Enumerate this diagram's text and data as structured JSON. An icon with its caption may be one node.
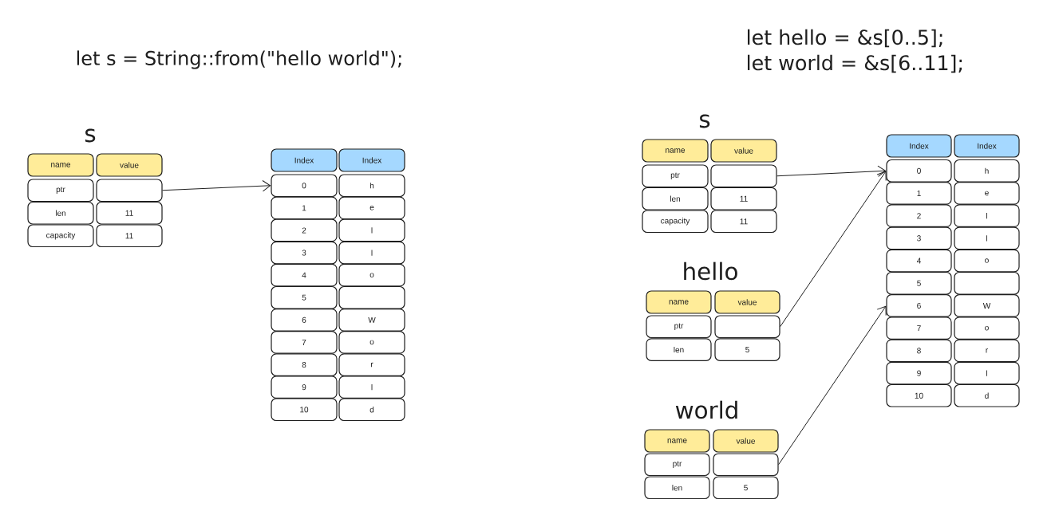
{
  "diagram": {
    "nodes": [
      {
        "text": [
          "name"
        ]
      },
      {
        "text": [
          "value"
        ]
      },
      {
        "text": [
          "ptr"
        ]
      },
      {
        "text": [],
        "shape": "box"
      },
      {
        "text": [
          "len"
        ]
      },
      {
        "text": [
          "11"
        ]
      },
      {
        "text": [
          "capacity"
        ]
      },
      {
        "text": [
          "11"
        ]
      },
      {
        "text": [
          "Index"
        ]
      },
      {
        "text": [
          "Index"
        ]
      },
      {
        "text": [
          "0"
        ]
      },
      {
        "text": [
          "h"
        ]
      },
      {
        "text": [
          "1"
        ]
      },
      {
        "text": [
          "e"
        ]
      },
      {
        "text": [
          "2"
        ]
      },
      {
        "text": [
          "l"
        ]
      },
      {
        "text": [
          "3"
        ]
      },
      {
        "text": [
          "l"
        ]
      },
      {
        "text": [
          "4"
        ]
      },
      {
        "text": [
          "o"
        ]
      },
      {
        "text": [
          "5"
        ]
      },
      {
        "text": [],
        "shape": "box"
      },
      {
        "text": [
          "6"
        ]
      },
      {
        "text": [
          "W"
        ]
      },
      {
        "text": [
          "7"
        ]
      },
      {
        "text": [
          "o"
        ]
      },
      {
        "text": [
          "8"
        ]
      },
      {
        "text": [
          "r"
        ]
      },
      {
        "text": [
          "9"
        ]
      },
      {
        "text": [
          "l"
        ]
      },
      {
        "text": [
          "10"
        ]
      },
      {
        "text": [
          "d"
        ]
      },
      {
        "text": [
          "name"
        ]
      },
      {
        "text": [
          "value"
        ]
      },
      {
        "text": [
          "ptr"
        ]
      },
      {
        "text": [],
        "shape": "box"
      },
      {
        "text": [
          "len"
        ]
      },
      {
        "text": [
          "11"
        ]
      },
      {
        "text": [
          "capacity"
        ]
      },
      {
        "text": [
          "11"
        ]
      },
      {
        "text": [
          "Index"
        ]
      },
      {
        "text": [
          "Index"
        ]
      },
      {
        "text": [
          "0"
        ]
      },
      {
        "text": [
          "h"
        ]
      },
      {
        "text": [
          "1"
        ]
      },
      {
        "text": [
          "e"
        ]
      },
      {
        "text": [
          "2"
        ]
      },
      {
        "text": [
          "l"
        ]
      },
      {
        "text": [
          "3"
        ]
      },
      {
        "text": [
          "l"
        ]
      },
      {
        "text": [
          "4"
        ]
      },
      {
        "text": [
          "o"
        ]
      },
      {
        "text": [
          "5"
        ]
      },
      {
        "text": [],
        "shape": "box"
      },
      {
        "text": [
          "6"
        ]
      },
      {
        "text": [
          "W"
        ]
      },
      {
        "text": [
          "7"
        ]
      },
      {
        "text": [
          "o"
        ]
      },
      {
        "text": [
          "8"
        ]
      },
      {
        "text": [
          "r"
        ]
      },
      {
        "text": [
          "9"
        ]
      },
      {
        "text": [
          "l"
        ]
      },
      {
        "text": [
          "10"
        ]
      },
      {
        "text": [
          "d"
        ]
      },
      {
        "text": [
          "name"
        ]
      },
      {
        "text": [
          "value"
        ]
      },
      {
        "text": [
          "ptr"
        ]
      },
      {
        "text": [],
        "shape": "box"
      },
      {
        "text": [
          "len"
        ]
      },
      {
        "text": [
          "5"
        ]
      },
      {
        "text": [
          "name"
        ]
      },
      {
        "text": [
          "value"
        ]
      },
      {
        "text": [
          "ptr"
        ]
      },
      {
        "text": [],
        "shape": "box"
      },
      {
        "text": [
          "len"
        ]
      },
      {
        "text": [
          "5"
        ]
      }
    ],
    "edges": [
      {
        "from": 3,
        "to": 10,
        "arrow": "to"
      },
      {
        "from": 35,
        "to": 42,
        "arrow": "to"
      },
      {
        "from": 67,
        "to": 42,
        "arrow": "to"
      },
      {
        "from": 73,
        "to": 54,
        "arrow": "to"
      }
    ],
    "labels": [
      "let s = String::from(\"hello world\");",
      "s",
      "let hello = &s[0..5];",
      "let world = &s[6..11];",
      "s",
      "hello",
      "world"
    ]
  }
}
